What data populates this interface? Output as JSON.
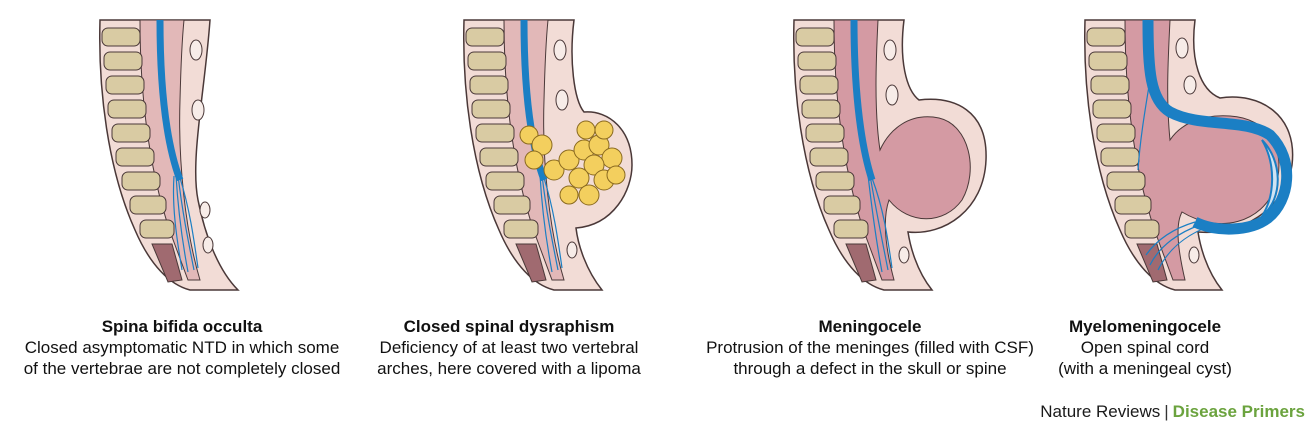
{
  "panels": [
    {
      "title": "Spina bifida occulta",
      "lines": [
        "Closed asymptomatic NTD in which some",
        "of the vertebrae are not completely closed"
      ]
    },
    {
      "title": "Closed spinal dysraphism",
      "lines": [
        "Deficiency of at least two vertebral",
        "arches, here covered with a lipoma"
      ]
    },
    {
      "title": "Meningocele",
      "lines": [
        "Protrusion of the meninges (filled with CSF)",
        "through a defect in the skull or spine"
      ]
    },
    {
      "title": "Myelomeningocele",
      "lines": [
        "Open spinal cord",
        "(with a meningeal cyst)"
      ]
    }
  ],
  "credit": {
    "journal": "Nature Reviews",
    "separator": "|",
    "series": "Disease Primers"
  },
  "colors": {
    "skin": "#f2dcd6",
    "tissue": "#e2b8b8",
    "vertebra": "#d9cba3",
    "disc": "#a06a70",
    "cord": "#1b7fc4",
    "csf": "#d49aa3",
    "fat": "#f3cf5e",
    "outline": "#4a3838"
  }
}
